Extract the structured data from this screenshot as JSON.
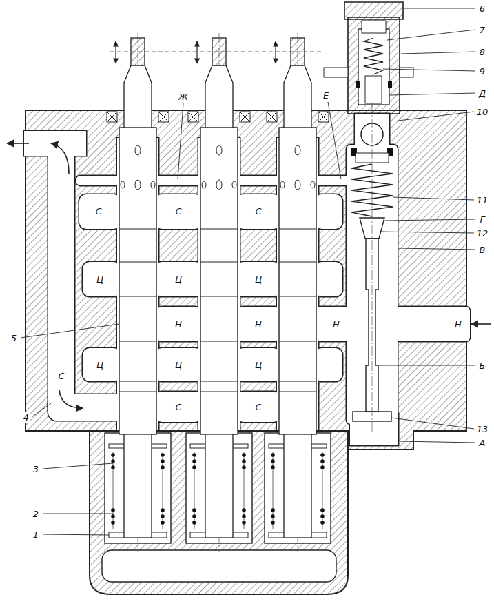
{
  "diagram": {
    "labels": [
      "6",
      "7",
      "8",
      "9",
      "Ж",
      "Е",
      "Д",
      "10",
      "11",
      "С",
      "С",
      "С",
      "Г",
      "12",
      "В",
      "Ц",
      "Ц",
      "Ц",
      "Н",
      "Н",
      "Н",
      "Н",
      "5",
      "Ц",
      "Ц",
      "Ц",
      "Б",
      "С",
      "С",
      "С",
      "4",
      "13",
      "А",
      "3",
      "2",
      "1"
    ]
  }
}
